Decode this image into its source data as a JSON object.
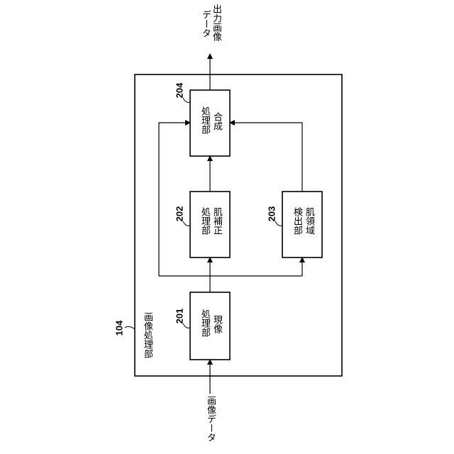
{
  "diagram": {
    "outer_block": {
      "ref": "104",
      "label": "画像処理部"
    },
    "input_label": "画像データ",
    "output_label_line1": "出力画像",
    "output_label_line2": "データ",
    "blocks": {
      "b201": {
        "ref": "201",
        "line1": "現像",
        "line2": "処理部"
      },
      "b202": {
        "ref": "202",
        "line1": "肌補正",
        "line2": "処理部"
      },
      "b203": {
        "ref": "203",
        "line1": "肌領域",
        "line2": "検出部"
      },
      "b204": {
        "ref": "204",
        "line1": "合成",
        "line2": "処理部"
      }
    }
  }
}
